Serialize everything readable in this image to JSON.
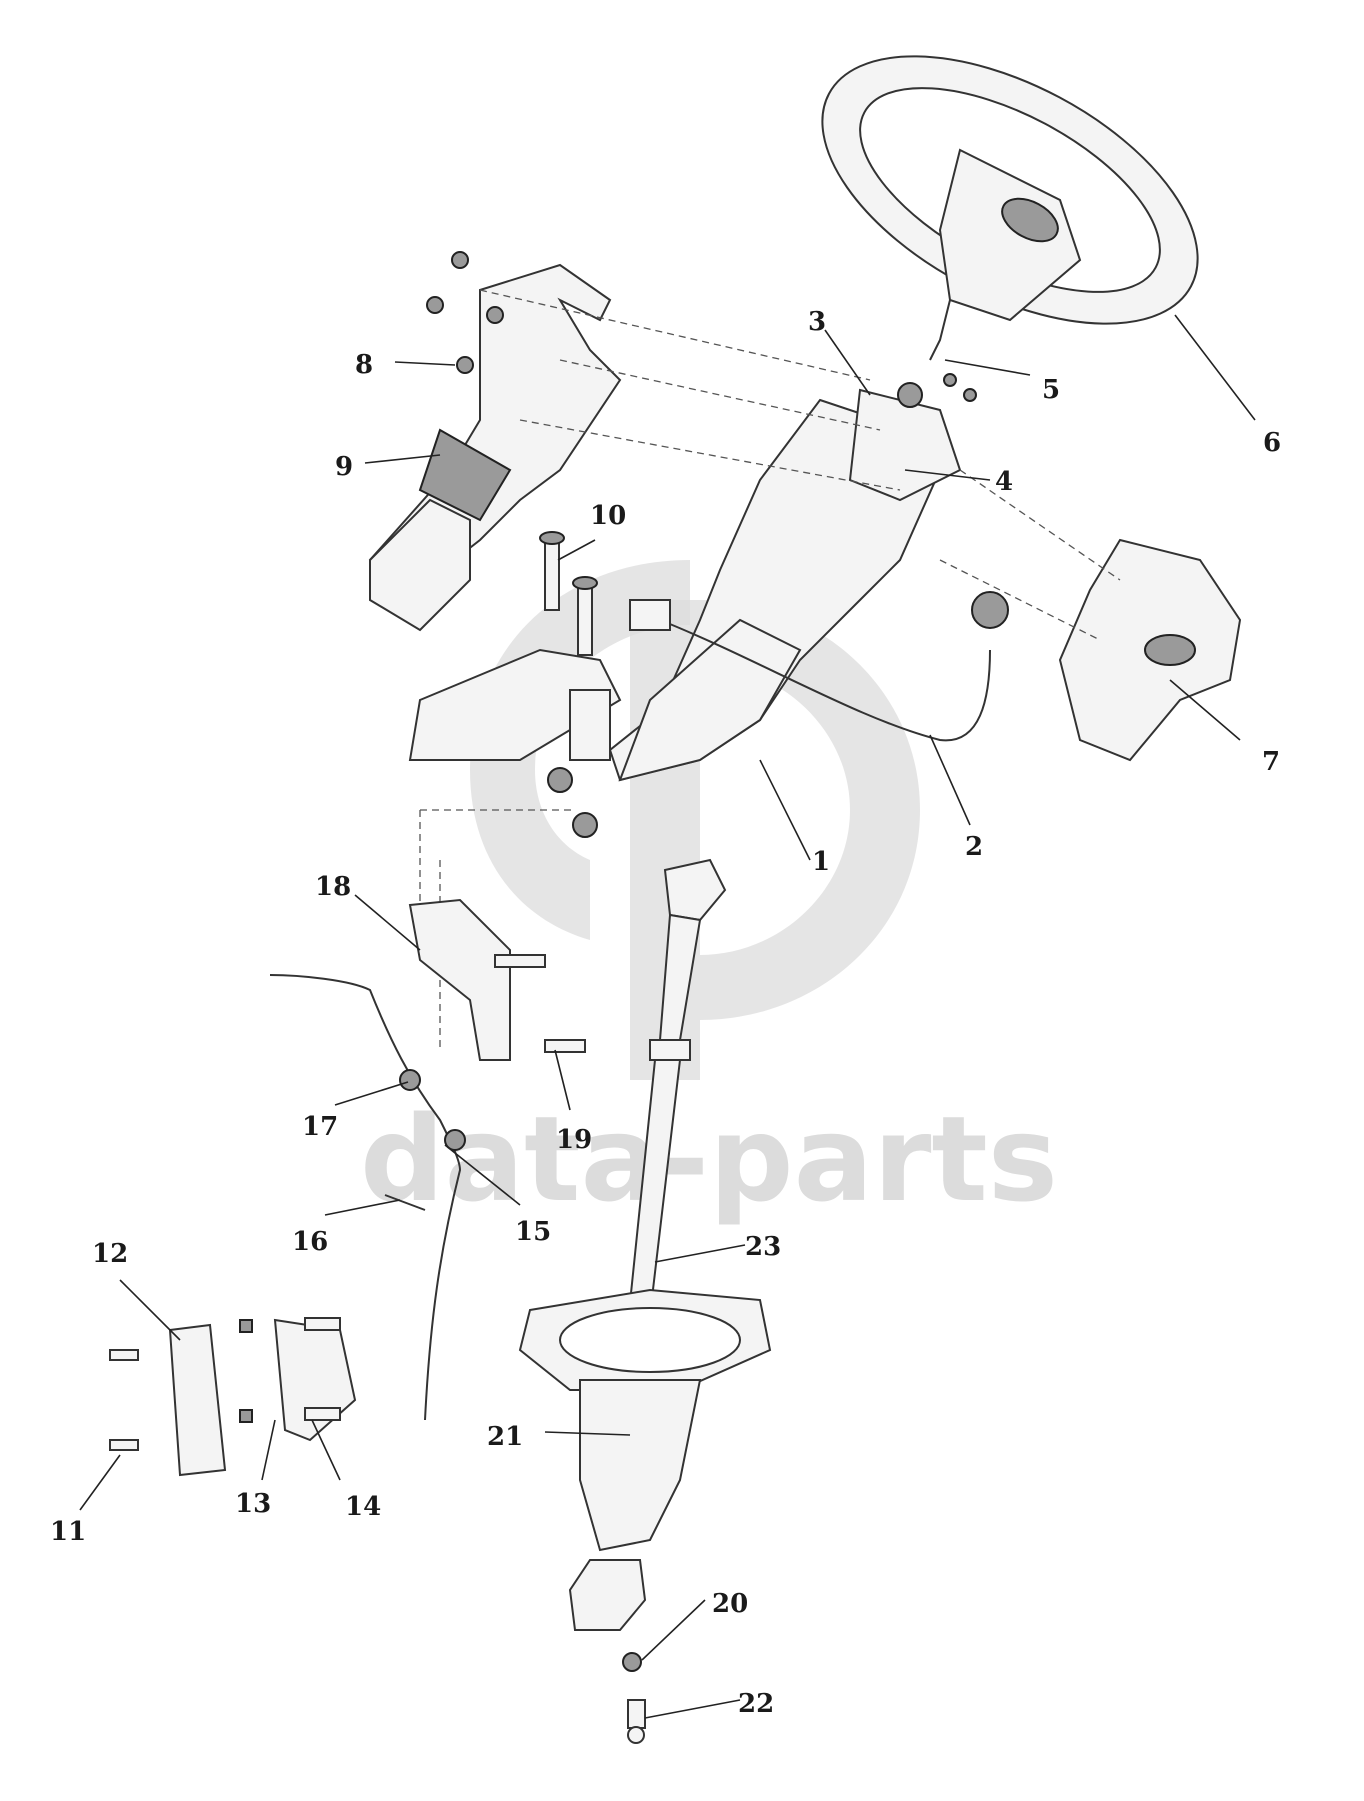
{
  "watermark": {
    "text": "data-parts",
    "color": "#d6d6d6"
  },
  "colors": {
    "ink": "#1a1a1a",
    "part_fill": "#f4f4f4",
    "part_dark": "#9a9a9a",
    "background": "#ffffff"
  },
  "callouts": [
    {
      "id": "1",
      "label": "1"
    },
    {
      "id": "2",
      "label": "2"
    },
    {
      "id": "3",
      "label": "3"
    },
    {
      "id": "4",
      "label": "4"
    },
    {
      "id": "5",
      "label": "5"
    },
    {
      "id": "6",
      "label": "6"
    },
    {
      "id": "7",
      "label": "7"
    },
    {
      "id": "8",
      "label": "8"
    },
    {
      "id": "9",
      "label": "9"
    },
    {
      "id": "10",
      "label": "10"
    },
    {
      "id": "11",
      "label": "11"
    },
    {
      "id": "12",
      "label": "12"
    },
    {
      "id": "13",
      "label": "13"
    },
    {
      "id": "14",
      "label": "14"
    },
    {
      "id": "15",
      "label": "15"
    },
    {
      "id": "16",
      "label": "16"
    },
    {
      "id": "17",
      "label": "17"
    },
    {
      "id": "18",
      "label": "18"
    },
    {
      "id": "19",
      "label": "19"
    },
    {
      "id": "20",
      "label": "20"
    },
    {
      "id": "21",
      "label": "21"
    },
    {
      "id": "22",
      "label": "22"
    },
    {
      "id": "23",
      "label": "23"
    }
  ]
}
